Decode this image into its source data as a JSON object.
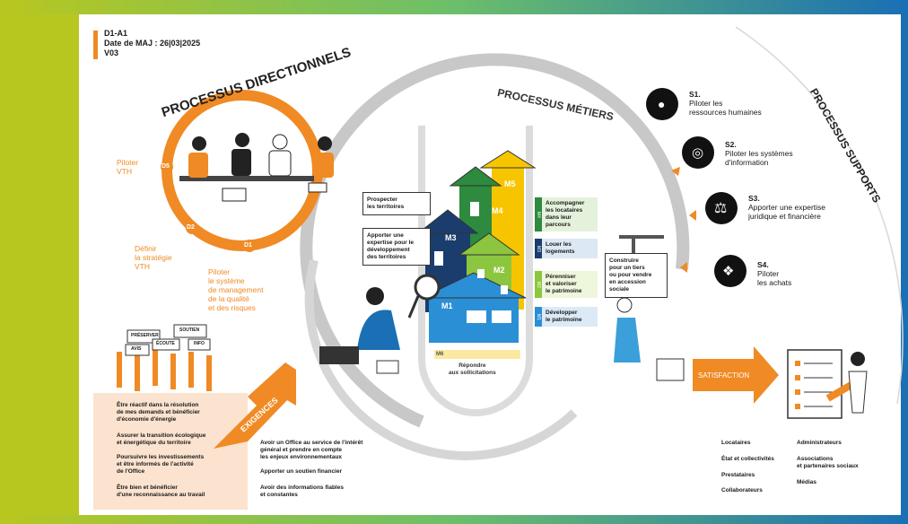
{
  "doc": {
    "line1": "D1-A1",
    "line2": "Date de MAJ : 26|03|2025",
    "line3": "V03"
  },
  "directionnels": {
    "title": "PROCESSUS DIRECTIONNELS",
    "d5_code": "D5",
    "d5_label": "Piloter\nVTH",
    "d2_code": "D2",
    "d2_label": "Définir\nla stratégie\nVTH",
    "d1_code": "D1",
    "d1_label": "Piloter\nle système\nde management\nde la qualité\net des risques"
  },
  "metiers": {
    "title": "PROCESSUS MÉTIERS",
    "prospecter": "Prospecter\nles territoires",
    "expertise": "Apporter une\nexpertise pour le\ndéveloppement\ndes territoires",
    "m1": "M1",
    "m2": "M2",
    "m3": "M3",
    "m4": "M4",
    "m5": "M5",
    "m6": "M6",
    "tag_m4": "Accompagner\nles locataires\ndans leur\nparcours",
    "tag_m3": "Louer les\nlogements",
    "tag_m2": "Pérenniser\net valoriser\nle patrimoine",
    "tag_m1": "Développer\nle patrimoine",
    "m6_label": "Répondre\naux sollicitations",
    "construire": "Construire\npour un tiers\nou pour vendre\nen accession\nsociale"
  },
  "supports": {
    "title": "PROCESSUS SUPPORTS",
    "s1_code": "S1.",
    "s1_label": "Piloter les\nressources humaines",
    "s2_code": "S2.",
    "s2_label": "Piloter les systèmes\nd'information",
    "s3_code": "S3.",
    "s3_label": "Apporter une expertise\njuridique et financière",
    "s4_code": "S4.",
    "s4_label": "Piloter\nles achats"
  },
  "exigences": {
    "arrow_label": "EXIGENCES",
    "left": [
      "Être réactif dans la résolution\nde mes demands et bénéficier\nd'économie d'énergie",
      "Assurer la transition écologique\net énergétique du territoire",
      "Poursuivre les investissements\net être informés de l'activité\nde l'Office",
      "Être bien et bénéficier\nd'une reconnaissance au travail"
    ],
    "right": [
      "Avoir un Office au service de l'intérêt\ngénéral et prendre en compte\nles enjeux environnementaux",
      "Apporter un soutien financier",
      "Avoir des informations fiables\net constantes"
    ],
    "signs": [
      "PRÉSERVER",
      "SOUTIEN",
      "AVIS",
      "ÉCOUTE",
      "INFO"
    ]
  },
  "satisfaction": {
    "arrow_label": "SATISFACTION",
    "col1": [
      "Locataires",
      "État et collectivités",
      "Prestataires",
      "Collaborateurs"
    ],
    "col2": [
      "Administrateurs",
      "Associations\net partenaires sociaux",
      "Médias"
    ]
  },
  "colors": {
    "orange": "#f08a24",
    "green": "#58a63f",
    "blue": "#1a6fb5",
    "lime": "#b8c720",
    "grey": "#c8c8c8"
  }
}
